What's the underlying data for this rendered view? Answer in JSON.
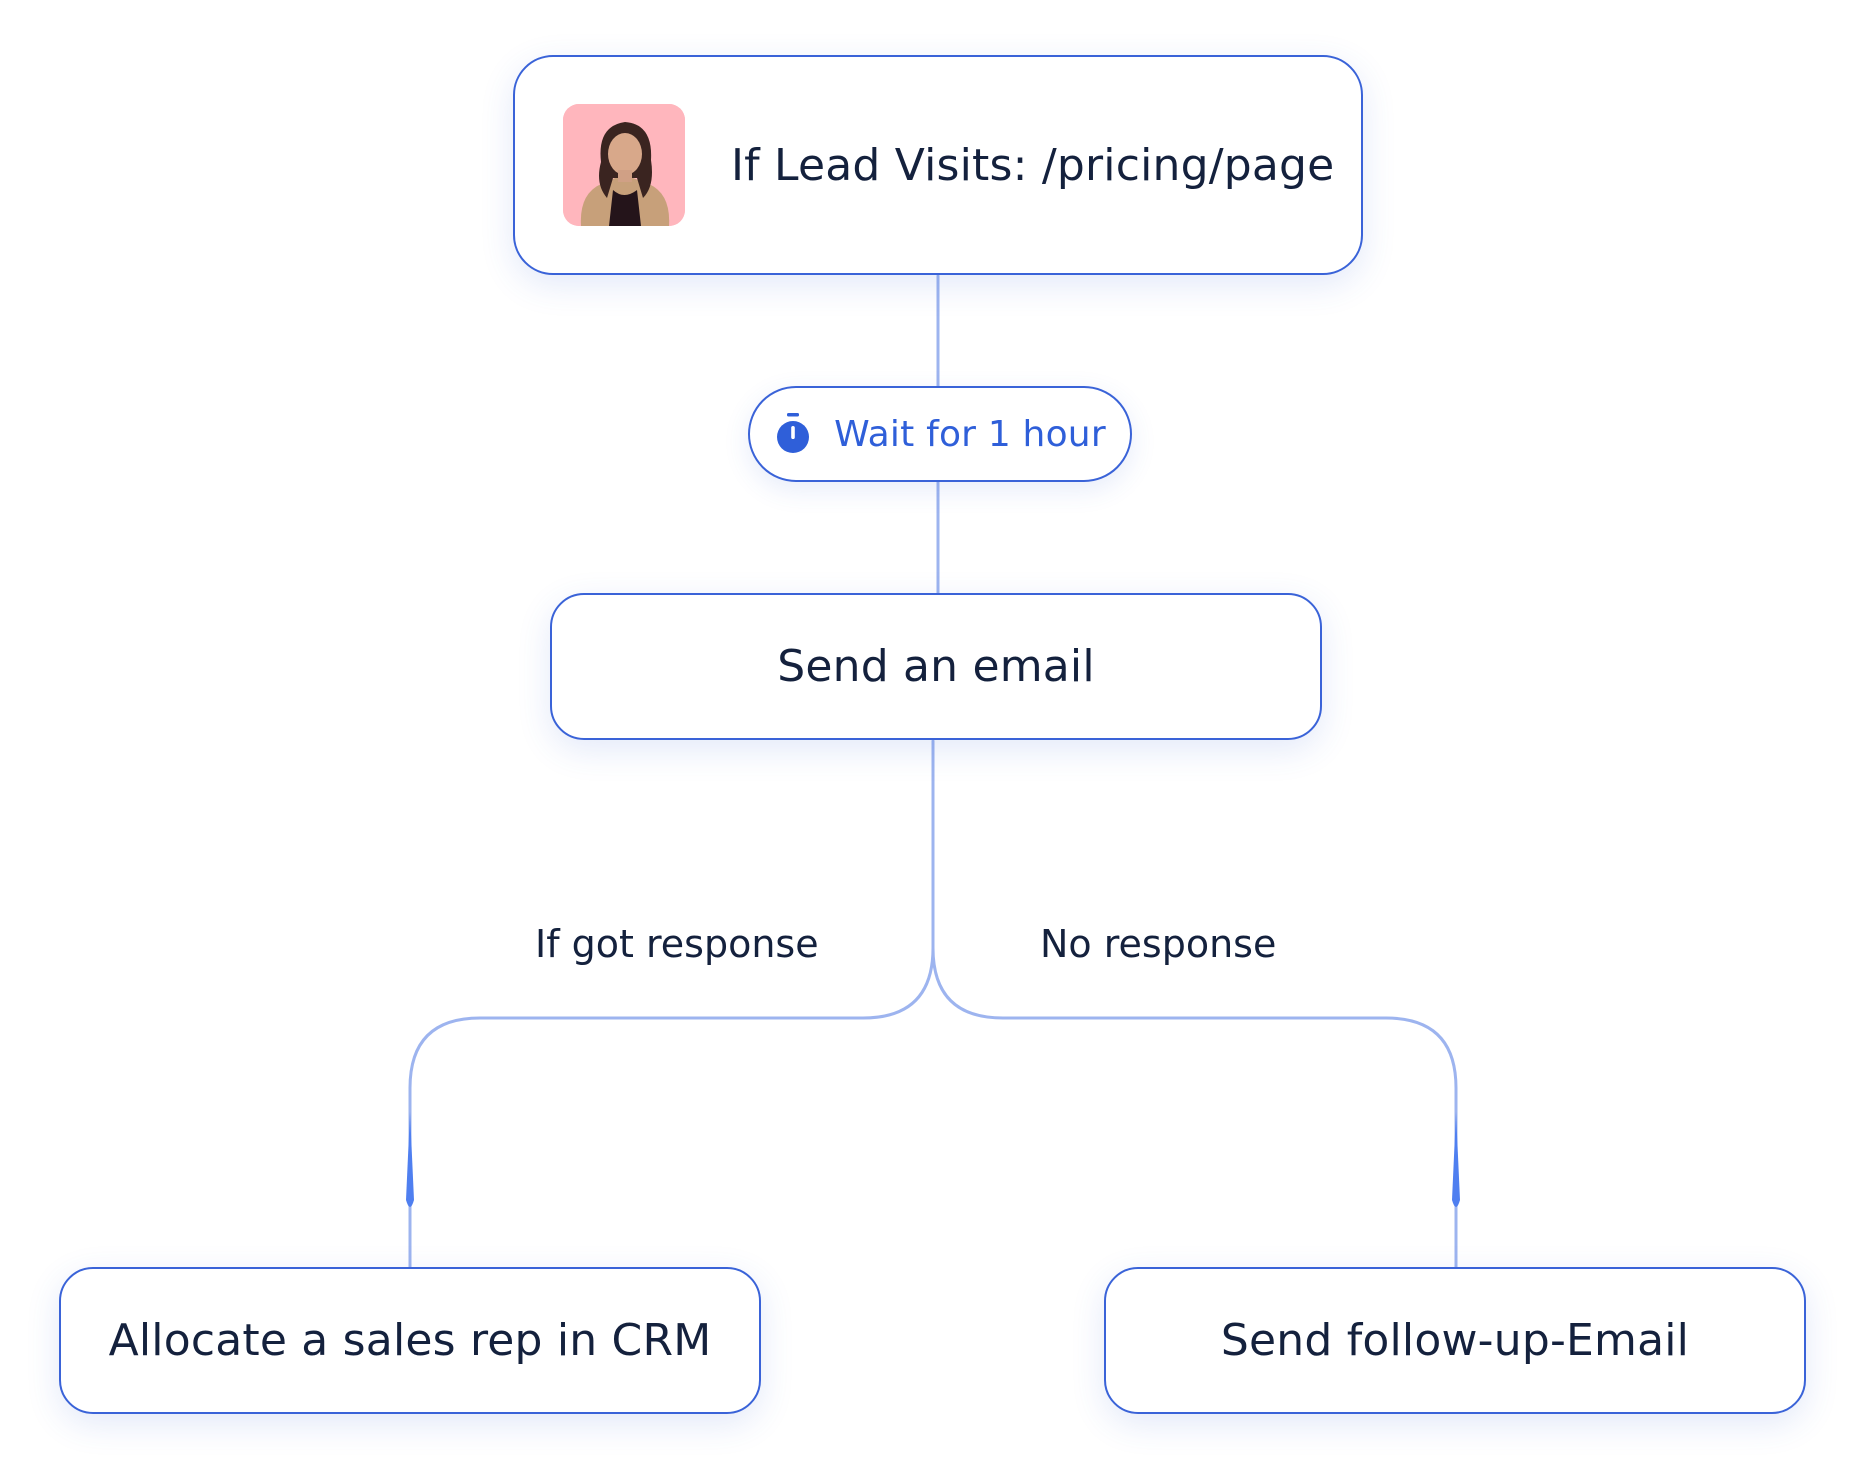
{
  "nodes": {
    "trigger": {
      "label": "If Lead Visits: /pricing/page"
    },
    "wait": {
      "label": "Wait for 1 hour",
      "icon": "timer-icon"
    },
    "email": {
      "label": "Send an email"
    },
    "crm": {
      "label": "Allocate a sales rep in CRM"
    },
    "followup": {
      "label": "Send follow-up-Email"
    }
  },
  "branches": {
    "left": {
      "label": "If got response"
    },
    "right": {
      "label": "No response"
    }
  },
  "colors": {
    "node_border": "#3a63d8",
    "connector": "#9db4ef",
    "arrow": "#4f7ff0",
    "accent_text": "#2f5fd9",
    "text": "#14213d",
    "avatar_background": "#ffb6bd"
  }
}
